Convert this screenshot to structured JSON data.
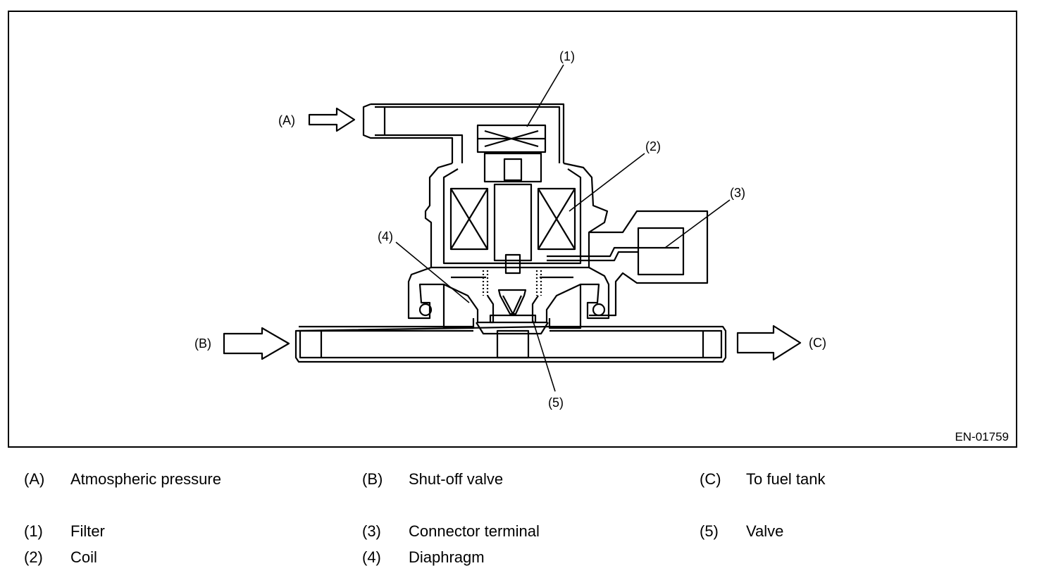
{
  "figure": {
    "callouts": {
      "A": "(A)",
      "B": "(B)",
      "C": "(C)",
      "n1": "(1)",
      "n2": "(2)",
      "n3": "(3)",
      "n4": "(4)",
      "n5": "(5)"
    },
    "code": "EN-01759"
  },
  "legend": {
    "A": {
      "key": "(A)",
      "text": "Atmospheric pressure"
    },
    "B": {
      "key": "(B)",
      "text": "Shut-off valve"
    },
    "C": {
      "key": "(C)",
      "text": "To fuel tank"
    },
    "n1": {
      "key": "(1)",
      "text": "Filter"
    },
    "n2": {
      "key": "(2)",
      "text": "Coil"
    },
    "n3": {
      "key": "(3)",
      "text": "Connector terminal"
    },
    "n4": {
      "key": "(4)",
      "text": "Diaphragm"
    },
    "n5": {
      "key": "(5)",
      "text": "Valve"
    }
  }
}
